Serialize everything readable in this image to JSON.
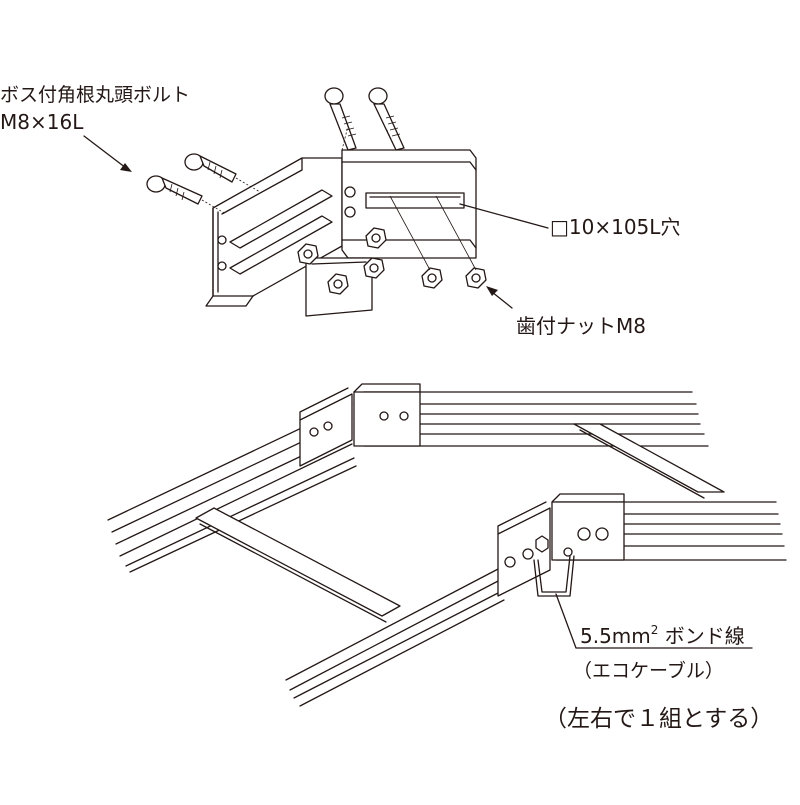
{
  "labels": {
    "bolt_name": "ボス付角根丸頭ボルト",
    "bolt_spec": "M8×16L",
    "hole": "□10×105L穴",
    "nut": "歯付ナットM8",
    "bond_wire_main": "5.5mm",
    "bond_wire_sup": "2",
    "bond_wire_tail": "ボンド線",
    "eco_cable": "（エコケーブル）",
    "set_note": "（左右で１組とする）"
  },
  "colors": {
    "line": "#231815",
    "background": "#ffffff"
  }
}
